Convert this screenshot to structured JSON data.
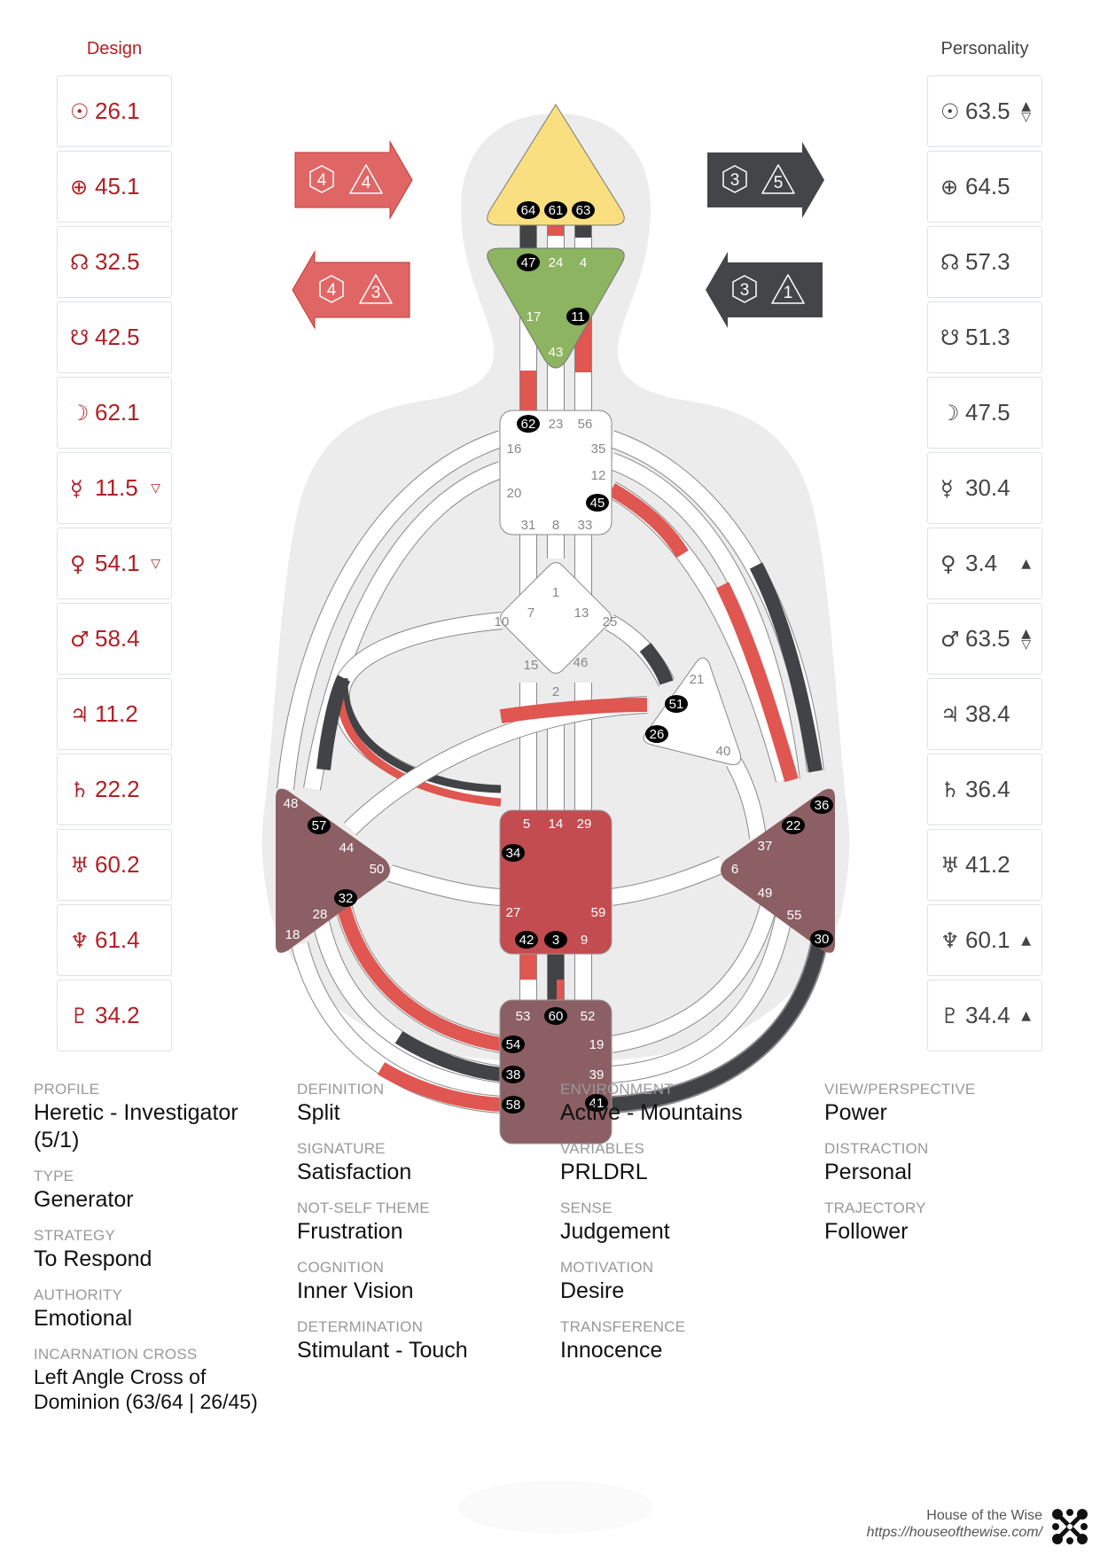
{
  "columns": {
    "design_title": "Design",
    "personality_title": "Personality"
  },
  "design": [
    {
      "planet": "sun",
      "symbol": "☉",
      "value": "26.1",
      "arrow": ""
    },
    {
      "planet": "earth",
      "symbol": "⊕",
      "value": "45.1",
      "arrow": ""
    },
    {
      "planet": "north-node",
      "symbol": "☊",
      "value": "32.5",
      "arrow": ""
    },
    {
      "planet": "south-node",
      "symbol": "☋",
      "value": "42.5",
      "arrow": ""
    },
    {
      "planet": "moon",
      "symbol": "☽",
      "value": "62.1",
      "arrow": ""
    },
    {
      "planet": "mercury",
      "symbol": "☿",
      "value": "11.5",
      "arrow": "▽"
    },
    {
      "planet": "venus",
      "symbol": "♀",
      "value": "54.1",
      "arrow": "▽"
    },
    {
      "planet": "mars",
      "symbol": "♂",
      "value": "58.4",
      "arrow": ""
    },
    {
      "planet": "jupiter",
      "symbol": "♃",
      "value": "11.2",
      "arrow": ""
    },
    {
      "planet": "saturn",
      "symbol": "♄",
      "value": "22.2",
      "arrow": ""
    },
    {
      "planet": "uranus",
      "symbol": "♅",
      "value": "60.2",
      "arrow": ""
    },
    {
      "planet": "neptune",
      "symbol": "♆",
      "value": "61.4",
      "arrow": ""
    },
    {
      "planet": "pluto",
      "symbol": "♇",
      "value": "34.2",
      "arrow": ""
    }
  ],
  "personality": [
    {
      "planet": "sun",
      "symbol": "☉",
      "value": "63.5",
      "arrow": "▲\n▽"
    },
    {
      "planet": "earth",
      "symbol": "⊕",
      "value": "64.5",
      "arrow": ""
    },
    {
      "planet": "north-node",
      "symbol": "☊",
      "value": "57.3",
      "arrow": ""
    },
    {
      "planet": "south-node",
      "symbol": "☋",
      "value": "51.3",
      "arrow": ""
    },
    {
      "planet": "moon",
      "symbol": "☽",
      "value": "47.5",
      "arrow": ""
    },
    {
      "planet": "mercury",
      "symbol": "☿",
      "value": "30.4",
      "arrow": ""
    },
    {
      "planet": "venus",
      "symbol": "♀",
      "value": "3.4",
      "arrow": "▲"
    },
    {
      "planet": "mars",
      "symbol": "♂",
      "value": "63.5",
      "arrow": "▲\n▽"
    },
    {
      "planet": "jupiter",
      "symbol": "♃",
      "value": "38.4",
      "arrow": ""
    },
    {
      "planet": "saturn",
      "symbol": "♄",
      "value": "36.4",
      "arrow": ""
    },
    {
      "planet": "uranus",
      "symbol": "♅",
      "value": "41.2",
      "arrow": ""
    },
    {
      "planet": "neptune",
      "symbol": "♆",
      "value": "60.1",
      "arrow": "▲"
    },
    {
      "planet": "pluto",
      "symbol": "♇",
      "value": "34.4",
      "arrow": "▲"
    }
  ],
  "arrows": {
    "design_top": {
      "hex": "4",
      "tri": "4",
      "color": "#e06666",
      "dir": "right"
    },
    "design_bottom": {
      "hex": "4",
      "tri": "3",
      "color": "#e06666",
      "dir": "left"
    },
    "personality_top": {
      "hex": "3",
      "tri": "5",
      "color": "#444548",
      "dir": "right"
    },
    "personality_bottom": {
      "hex": "3",
      "tri": "1",
      "color": "#444548",
      "dir": "left"
    }
  },
  "colors": {
    "design": "#e05650",
    "personality": "#424346",
    "head": "#f9df80",
    "ajna": "#8db460",
    "throat": "#ffffff",
    "g": "#ffffff",
    "ego": "#ffffff",
    "sacral": "#c24c4f",
    "root": "#8b5f63",
    "spleen": "#8b5f63",
    "solar_plexus": "#8b5f63",
    "body": "#ececec"
  },
  "centers": {
    "head": [
      "64",
      "61",
      "63"
    ],
    "ajna": [
      "47",
      "24",
      "4",
      "17",
      "11",
      "43"
    ],
    "throat": [
      "62",
      "23",
      "56",
      "16",
      "35",
      "12",
      "20",
      "45",
      "31",
      "8",
      "33"
    ],
    "g": [
      "1",
      "7",
      "13",
      "10",
      "25",
      "15",
      "46",
      "2"
    ],
    "ego": [
      "21",
      "51",
      "26",
      "40"
    ],
    "sacral": [
      "5",
      "14",
      "29",
      "34",
      "27",
      "59",
      "42",
      "3",
      "9"
    ],
    "root": [
      "53",
      "60",
      "52",
      "54",
      "19",
      "38",
      "39",
      "58",
      "41"
    ],
    "spleen": [
      "48",
      "57",
      "44",
      "50",
      "32",
      "28",
      "18"
    ],
    "solar_plexus": [
      "36",
      "22",
      "37",
      "6",
      "49",
      "55",
      "30"
    ]
  },
  "info": {
    "col1": [
      {
        "label": "PROFILE",
        "value": "Heretic - Investigator (5/1)"
      },
      {
        "label": "TYPE",
        "value": "Generator"
      },
      {
        "label": "STRATEGY",
        "value": "To Respond"
      },
      {
        "label": "AUTHORITY",
        "value": "Emotional"
      },
      {
        "label": "INCARNATION CROSS",
        "value": "Left Angle Cross of Dominion (63/64 | 26/45)"
      }
    ],
    "col2": [
      {
        "label": "DEFINITION",
        "value": "Split"
      },
      {
        "label": "SIGNATURE",
        "value": "Satisfaction"
      },
      {
        "label": "NOT-SELF THEME",
        "value": "Frustration"
      },
      {
        "label": "COGNITION",
        "value": "Inner Vision"
      },
      {
        "label": "DETERMINATION",
        "value": "Stimulant - Touch"
      }
    ],
    "col3": [
      {
        "label": "ENVIRONMENT",
        "value": "Active - Mountains"
      },
      {
        "label": "VARIABLES",
        "value": "PRLDRL"
      },
      {
        "label": "SENSE",
        "value": "Judgement"
      },
      {
        "label": "MOTIVATION",
        "value": "Desire"
      },
      {
        "label": "TRANSFERENCE",
        "value": "Innocence"
      }
    ],
    "col4": [
      {
        "label": "VIEW/PERSPECTIVE",
        "value": "Power"
      },
      {
        "label": "DISTRACTION",
        "value": "Personal"
      },
      {
        "label": "TRAJECTORY",
        "value": "Follower"
      }
    ]
  },
  "footer": {
    "brand": "House of the Wise",
    "url": "https://houseofthewise.com/",
    "logo_icon": "snowflake-logo-icon"
  }
}
